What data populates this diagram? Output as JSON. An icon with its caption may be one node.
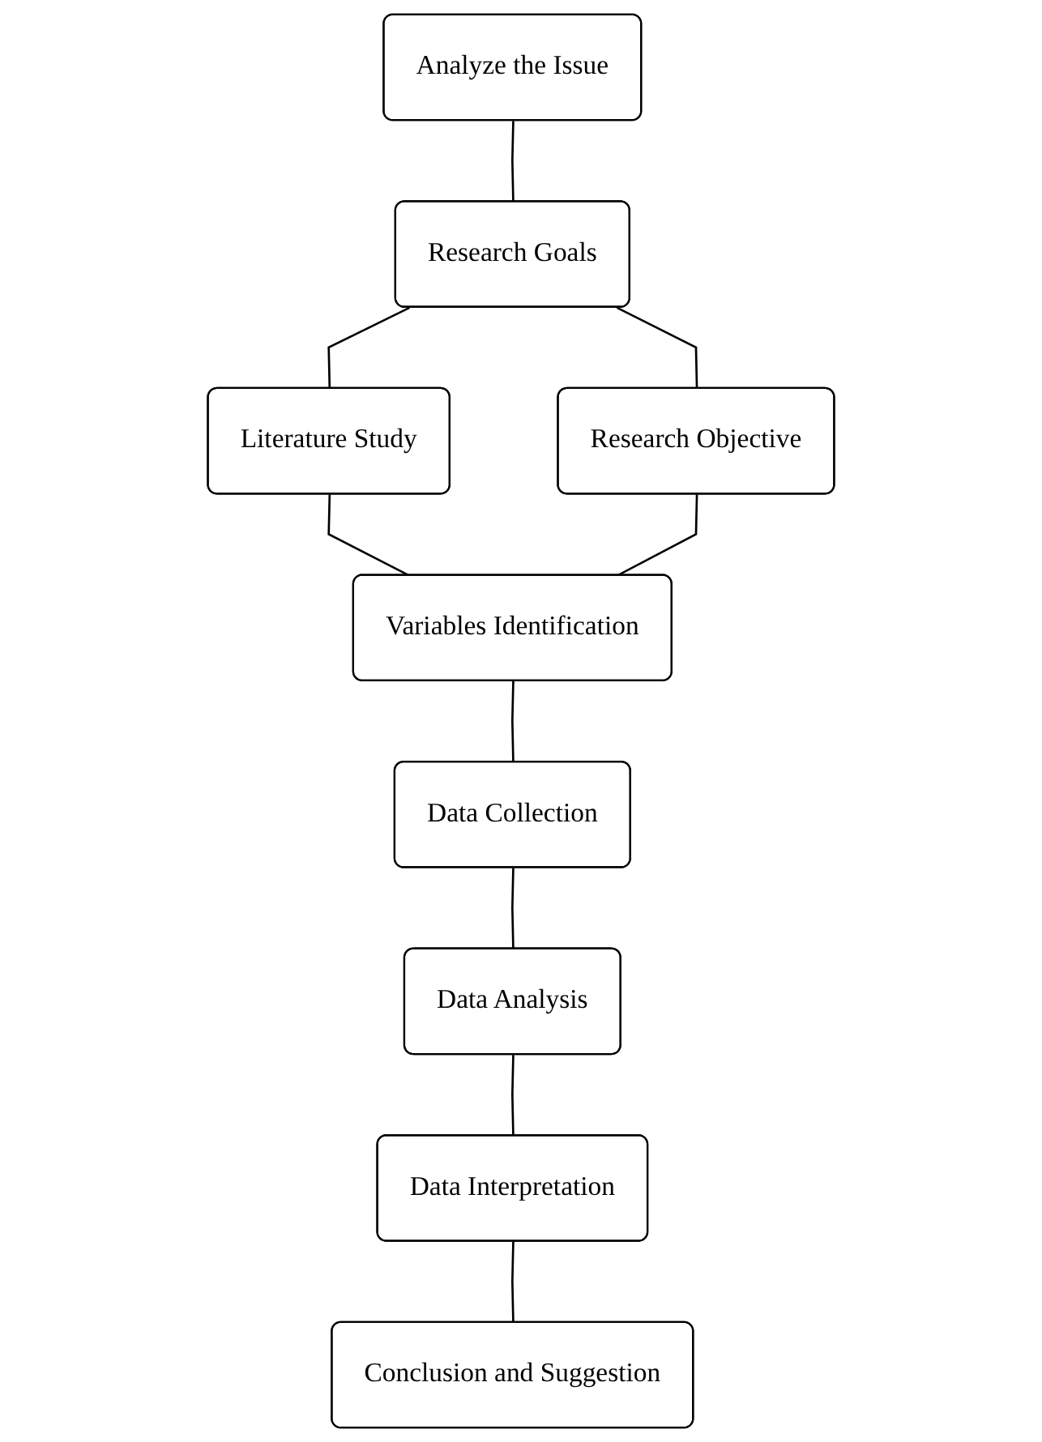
{
  "diagram": {
    "nodes": [
      {
        "text": [
          "Analyze the Issue"
        ]
      },
      {
        "text": [
          "Research Goals"
        ]
      },
      {
        "text": [
          "Literature Study"
        ]
      },
      {
        "text": [
          "Research Objective"
        ]
      },
      {
        "text": [
          "Variables Identification"
        ]
      },
      {
        "text": [
          "Data Collection"
        ]
      },
      {
        "text": [
          "Data Analysis"
        ]
      },
      {
        "text": [
          "Data Interpretation"
        ]
      },
      {
        "text": [
          "Conclusion and Suggestion"
        ]
      }
    ],
    "edges": [
      {
        "from": 0,
        "to": 1,
        "arrow": "none"
      },
      {
        "from": 1,
        "to": 2,
        "arrow": "none"
      },
      {
        "from": 1,
        "to": 3,
        "arrow": "none"
      },
      {
        "from": 2,
        "to": 4,
        "arrow": "none"
      },
      {
        "from": 3,
        "to": 4,
        "arrow": "none"
      },
      {
        "from": 4,
        "to": 5,
        "arrow": "none"
      },
      {
        "from": 5,
        "to": 6,
        "arrow": "none"
      },
      {
        "from": 6,
        "to": 7,
        "arrow": "none"
      },
      {
        "from": 7,
        "to": 8,
        "arrow": "none"
      }
    ]
  }
}
